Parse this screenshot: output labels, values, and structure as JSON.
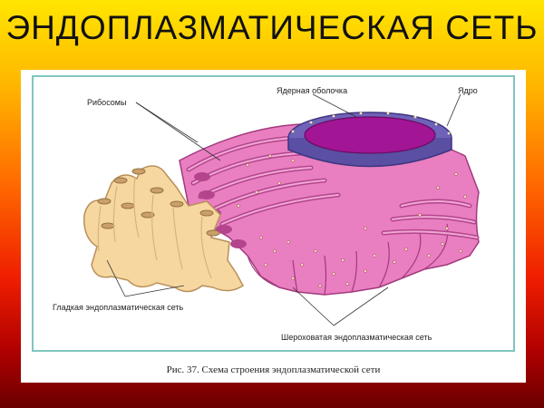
{
  "slide": {
    "title": "ЭНДОПЛАЗМАТИЧЕСКАЯ СЕТЬ"
  },
  "figure": {
    "labels": {
      "ribosomes": "Рибосомы",
      "nuclear_envelope": "Ядерная оболочка",
      "nucleus": "Ядро",
      "smooth_er": "Гладкая эндоплазматическая сеть",
      "rough_er": "Шероховатая эндоплазматическая сеть"
    },
    "caption": "Рис. 37. Схема строения эндоплазматической сети"
  },
  "colors": {
    "smooth_er": "#f6d7a0",
    "rough_er": "#e97fc0",
    "rough_er_dark": "#b4458d",
    "nucleus": "#a21595",
    "nuclear_envelope": "#6e63b8",
    "frame": "#7fc6c0"
  }
}
